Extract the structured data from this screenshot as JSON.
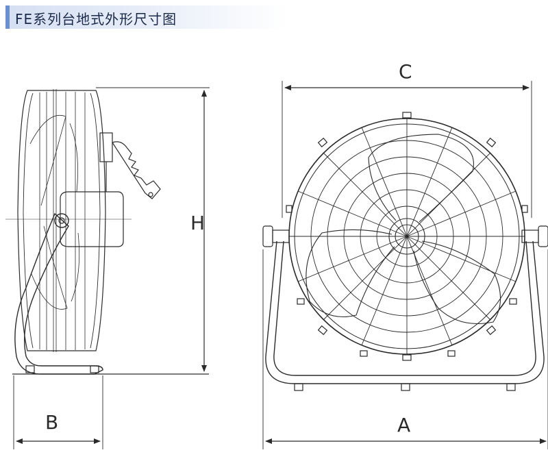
{
  "title": "FE系列台地式外形尺寸图",
  "dimensions": {
    "a": "A",
    "b": "B",
    "c": "C",
    "h": "H"
  },
  "colors": {
    "line": "#2a2a2a",
    "header_accent": "#6d8fd0",
    "header_fade": "#d6e0f3"
  }
}
